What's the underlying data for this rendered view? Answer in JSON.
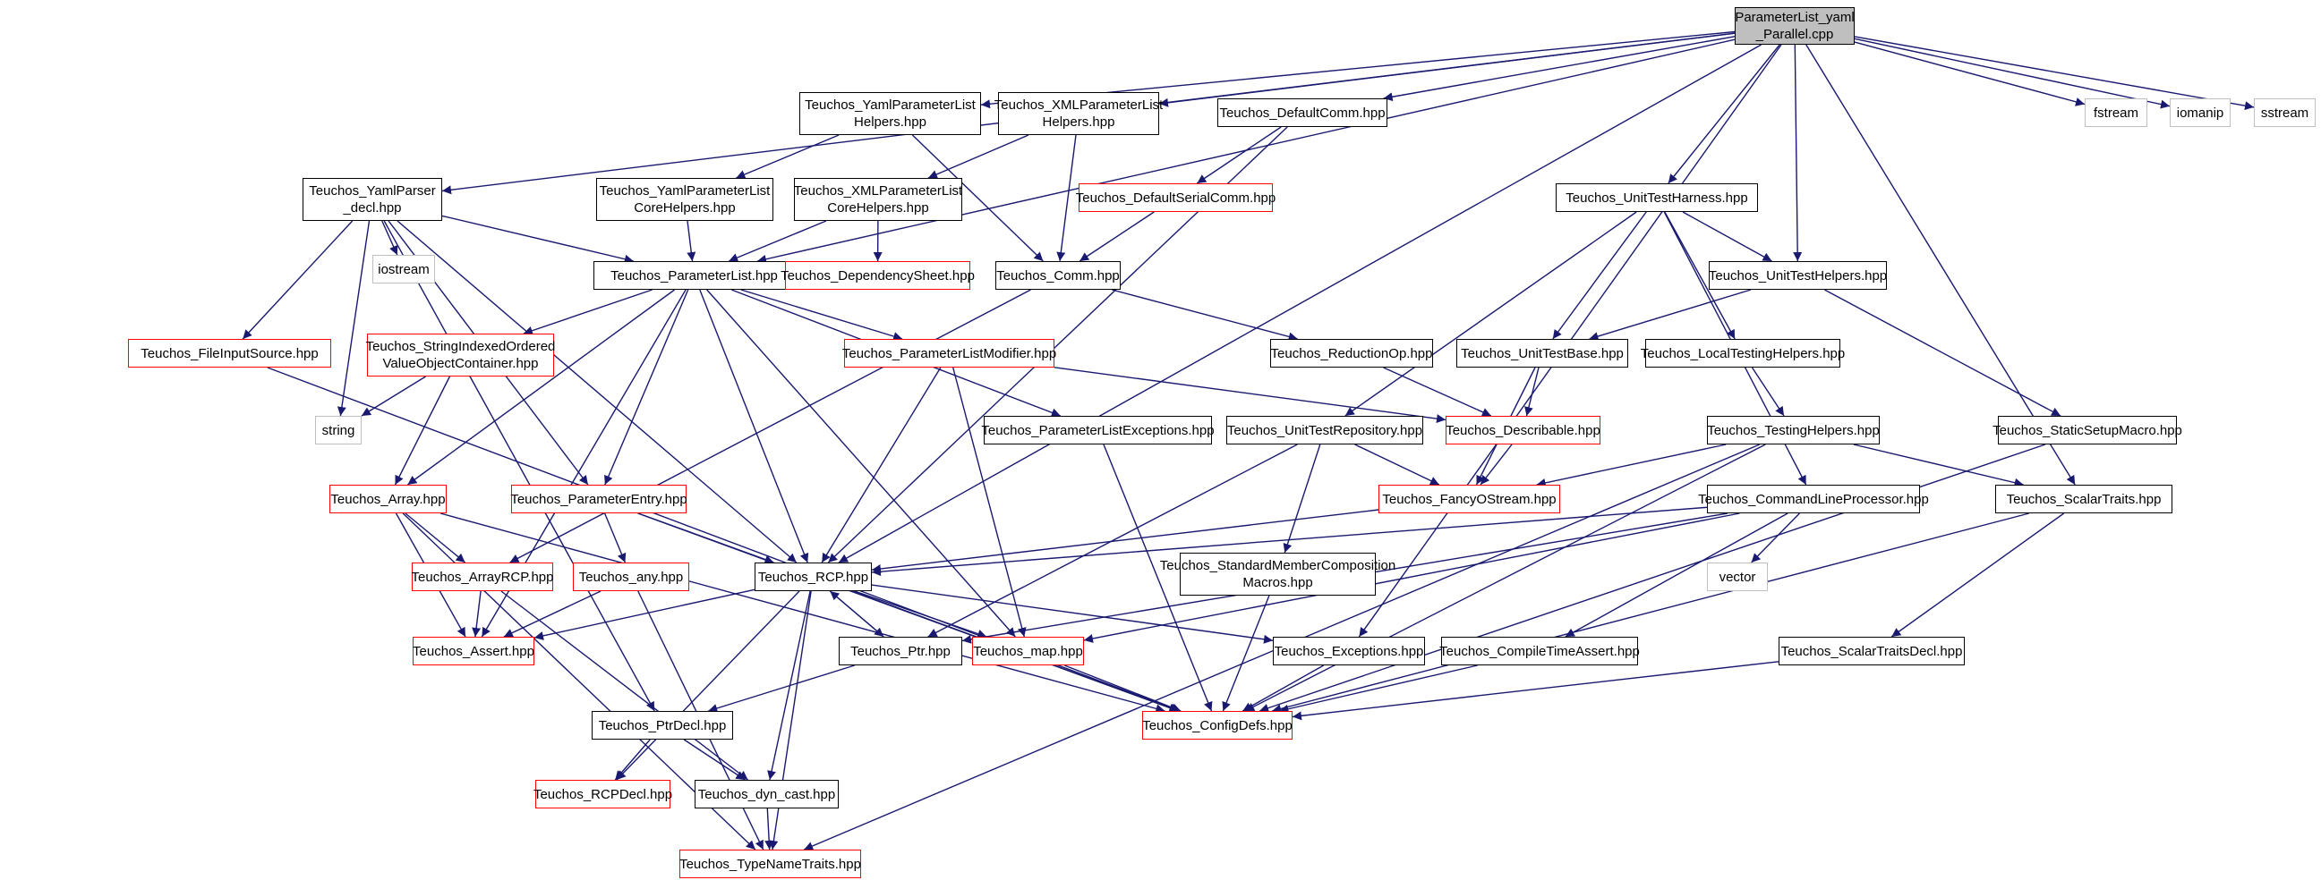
{
  "colors": {
    "edge": "#191970",
    "box_border": "#000000",
    "undocumented_border": "#ff0000",
    "system_border": "#bfbfbf",
    "root_fill": "#bfbfbf"
  },
  "nodes": [
    {
      "id": "root",
      "label": "ParameterList_yaml\n_Parallel.cpp",
      "style": "root"
    },
    {
      "id": "yamlhelpers",
      "label": "Teuchos_YamlParameterList\nHelpers.hpp",
      "style": "normal"
    },
    {
      "id": "xmlhelpers",
      "label": "Teuchos_XMLParameterList\nHelpers.hpp",
      "style": "normal"
    },
    {
      "id": "defaultcomm",
      "label": "Teuchos_DefaultComm.hpp",
      "style": "normal"
    },
    {
      "id": "fstream",
      "label": "fstream",
      "style": "system"
    },
    {
      "id": "iomanip",
      "label": "iomanip",
      "style": "system"
    },
    {
      "id": "sstream",
      "label": "sstream",
      "style": "system"
    },
    {
      "id": "yamlparser",
      "label": "Teuchos_YamlParser\n_decl.hpp",
      "style": "normal"
    },
    {
      "id": "yamlcore",
      "label": "Teuchos_YamlParameterList\nCoreHelpers.hpp",
      "style": "normal"
    },
    {
      "id": "xmlcore",
      "label": "Teuchos_XMLParameterList\nCoreHelpers.hpp",
      "style": "normal"
    },
    {
      "id": "defserialcomm",
      "label": "Teuchos_DefaultSerialComm.hpp",
      "style": "undocumented"
    },
    {
      "id": "unittestharness",
      "label": "Teuchos_UnitTestHarness.hpp",
      "style": "normal"
    },
    {
      "id": "iostream",
      "label": "iostream",
      "style": "system"
    },
    {
      "id": "paramlist",
      "label": "Teuchos_ParameterList.hpp",
      "style": "normal"
    },
    {
      "id": "depsheet",
      "label": "Teuchos_DependencySheet.hpp",
      "style": "undocumented"
    },
    {
      "id": "comm",
      "label": "Teuchos_Comm.hpp",
      "style": "normal"
    },
    {
      "id": "unittesthelpers",
      "label": "Teuchos_UnitTestHelpers.hpp",
      "style": "normal"
    },
    {
      "id": "fileinput",
      "label": "Teuchos_FileInputSource.hpp",
      "style": "undocumented"
    },
    {
      "id": "stringindexed",
      "label": "Teuchos_StringIndexedOrdered\nValueObjectContainer.hpp",
      "style": "undocumented"
    },
    {
      "id": "plmodifier",
      "label": "Teuchos_ParameterListModifier.hpp",
      "style": "undocumented"
    },
    {
      "id": "reductionop",
      "label": "Teuchos_ReductionOp.hpp",
      "style": "normal"
    },
    {
      "id": "unittestbase",
      "label": "Teuchos_UnitTestBase.hpp",
      "style": "normal"
    },
    {
      "id": "localtesting",
      "label": "Teuchos_LocalTestingHelpers.hpp",
      "style": "normal"
    },
    {
      "id": "string",
      "label": "string",
      "style": "system"
    },
    {
      "id": "plexceptions",
      "label": "Teuchos_ParameterListExceptions.hpp",
      "style": "normal"
    },
    {
      "id": "unittestrepo",
      "label": "Teuchos_UnitTestRepository.hpp",
      "style": "normal"
    },
    {
      "id": "describable",
      "label": "Teuchos_Describable.hpp",
      "style": "undocumented"
    },
    {
      "id": "testinghelpers",
      "label": "Teuchos_TestingHelpers.hpp",
      "style": "normal"
    },
    {
      "id": "staticsetup",
      "label": "Teuchos_StaticSetupMacro.hpp",
      "style": "normal"
    },
    {
      "id": "array",
      "label": "Teuchos_Array.hpp",
      "style": "undocumented"
    },
    {
      "id": "paramentry",
      "label": "Teuchos_ParameterEntry.hpp",
      "style": "undocumented"
    },
    {
      "id": "fancyostream",
      "label": "Teuchos_FancyOStream.hpp",
      "style": "undocumented"
    },
    {
      "id": "cmdline",
      "label": "Teuchos_CommandLineProcessor.hpp",
      "style": "normal"
    },
    {
      "id": "scalartraits",
      "label": "Teuchos_ScalarTraits.hpp",
      "style": "normal"
    },
    {
      "id": "arrayrcp",
      "label": "Teuchos_ArrayRCP.hpp",
      "style": "undocumented"
    },
    {
      "id": "any",
      "label": "Teuchos_any.hpp",
      "style": "undocumented"
    },
    {
      "id": "rcp",
      "label": "Teuchos_RCP.hpp",
      "style": "normal"
    },
    {
      "id": "stdmember",
      "label": "Teuchos_StandardMemberComposition\nMacros.hpp",
      "style": "normal"
    },
    {
      "id": "vector",
      "label": "vector",
      "style": "system"
    },
    {
      "id": "assert",
      "label": "Teuchos_Assert.hpp",
      "style": "undocumented"
    },
    {
      "id": "ptr",
      "label": "Teuchos_Ptr.hpp",
      "style": "normal"
    },
    {
      "id": "map",
      "label": "Teuchos_map.hpp",
      "style": "undocumented"
    },
    {
      "id": "exceptions",
      "label": "Teuchos_Exceptions.hpp",
      "style": "normal"
    },
    {
      "id": "compiletime",
      "label": "Teuchos_CompileTimeAssert.hpp",
      "style": "normal"
    },
    {
      "id": "scalartraitsdecl",
      "label": "Teuchos_ScalarTraitsDecl.hpp",
      "style": "normal"
    },
    {
      "id": "ptrdecl",
      "label": "Teuchos_PtrDecl.hpp",
      "style": "normal"
    },
    {
      "id": "configdefs",
      "label": "Teuchos_ConfigDefs.hpp",
      "style": "undocumented"
    },
    {
      "id": "rcpdecl",
      "label": "Teuchos_RCPDecl.hpp",
      "style": "undocumented"
    },
    {
      "id": "dyncast",
      "label": "Teuchos_dyn_cast.hpp",
      "style": "normal"
    },
    {
      "id": "typenametraits",
      "label": "Teuchos_TypeNameTraits.hpp",
      "style": "undocumented"
    }
  ],
  "edges": [
    [
      "root",
      "yamlhelpers"
    ],
    [
      "root",
      "xmlhelpers"
    ],
    [
      "root",
      "defaultcomm"
    ],
    [
      "root",
      "fstream"
    ],
    [
      "root",
      "iomanip"
    ],
    [
      "root",
      "sstream"
    ],
    [
      "root",
      "yamlparser"
    ],
    [
      "root",
      "paramlist"
    ],
    [
      "root",
      "unittestharness"
    ],
    [
      "root",
      "unittesthelpers"
    ],
    [
      "root",
      "scalartraits"
    ],
    [
      "root",
      "rcp"
    ],
    [
      "root",
      "exceptions"
    ],
    [
      "yamlhelpers",
      "yamlcore"
    ],
    [
      "yamlhelpers",
      "comm"
    ],
    [
      "xmlhelpers",
      "xmlcore"
    ],
    [
      "xmlhelpers",
      "comm"
    ],
    [
      "defaultcomm",
      "defserialcomm"
    ],
    [
      "defaultcomm",
      "rcp"
    ],
    [
      "defserialcomm",
      "comm"
    ],
    [
      "yamlcore",
      "paramlist"
    ],
    [
      "xmlcore",
      "paramlist"
    ],
    [
      "xmlcore",
      "depsheet"
    ],
    [
      "yamlparser",
      "paramlist"
    ],
    [
      "yamlparser",
      "iostream"
    ],
    [
      "yamlparser",
      "string"
    ],
    [
      "yamlparser",
      "fileinput"
    ],
    [
      "yamlparser",
      "rcp"
    ],
    [
      "yamlparser",
      "paramentry"
    ],
    [
      "yamlparser",
      "ptrdecl"
    ],
    [
      "paramlist",
      "stringindexed"
    ],
    [
      "paramlist",
      "plmodifier"
    ],
    [
      "paramlist",
      "plexceptions"
    ],
    [
      "paramlist",
      "paramentry"
    ],
    [
      "paramlist",
      "array"
    ],
    [
      "paramlist",
      "rcp"
    ],
    [
      "paramlist",
      "assert"
    ],
    [
      "paramlist",
      "map"
    ],
    [
      "comm",
      "reductionop"
    ],
    [
      "comm",
      "arrayrcp"
    ],
    [
      "reductionop",
      "describable"
    ],
    [
      "plmodifier",
      "describable"
    ],
    [
      "plmodifier",
      "rcp"
    ],
    [
      "plmodifier",
      "map"
    ],
    [
      "fileinput",
      "configdefs"
    ],
    [
      "stringindexed",
      "array"
    ],
    [
      "stringindexed",
      "string"
    ],
    [
      "unittestharness",
      "unittesthelpers"
    ],
    [
      "unittestharness",
      "unittestbase"
    ],
    [
      "unittestharness",
      "localtesting"
    ],
    [
      "unittestharness",
      "unittestrepo"
    ],
    [
      "unittestharness",
      "cmdline"
    ],
    [
      "unittesthelpers",
      "unittestbase"
    ],
    [
      "unittesthelpers",
      "staticsetup"
    ],
    [
      "unittestbase",
      "describable"
    ],
    [
      "unittestbase",
      "fancyostream"
    ],
    [
      "localtesting",
      "testinghelpers"
    ],
    [
      "testinghelpers",
      "fancyostream"
    ],
    [
      "testinghelpers",
      "scalartraits"
    ],
    [
      "testinghelpers",
      "configdefs"
    ],
    [
      "testinghelpers",
      "typenametraits"
    ],
    [
      "staticsetup",
      "configdefs"
    ],
    [
      "unittestrepo",
      "fancyostream"
    ],
    [
      "unittestrepo",
      "stdmember"
    ],
    [
      "unittestrepo",
      "ptr"
    ],
    [
      "describable",
      "fancyostream"
    ],
    [
      "fancyostream",
      "rcp"
    ],
    [
      "plexceptions",
      "configdefs"
    ],
    [
      "cmdline",
      "vector"
    ],
    [
      "cmdline",
      "rcp"
    ],
    [
      "cmdline",
      "compiletime"
    ],
    [
      "cmdline",
      "map"
    ],
    [
      "cmdline",
      "ptr"
    ],
    [
      "scalartraits",
      "scalartraitsdecl"
    ],
    [
      "scalartraits",
      "configdefs"
    ],
    [
      "array",
      "arrayrcp"
    ],
    [
      "array",
      "assert"
    ],
    [
      "array",
      "typenametraits"
    ],
    [
      "array",
      "configdefs"
    ],
    [
      "paramentry",
      "any"
    ],
    [
      "paramentry",
      "rcp"
    ],
    [
      "paramentry",
      "configdefs"
    ],
    [
      "arrayrcp",
      "assert"
    ],
    [
      "arrayrcp",
      "dyncast"
    ],
    [
      "any",
      "assert"
    ],
    [
      "any",
      "typenametraits"
    ],
    [
      "rcp",
      "ptr"
    ],
    [
      "rcp",
      "map"
    ],
    [
      "rcp",
      "exceptions"
    ],
    [
      "rcp",
      "assert"
    ],
    [
      "rcp",
      "rcpdecl"
    ],
    [
      "rcp",
      "dyncast"
    ],
    [
      "rcp",
      "typenametraits"
    ],
    [
      "rcp",
      "configdefs"
    ],
    [
      "ptr",
      "rcp"
    ],
    [
      "ptr",
      "ptrdecl"
    ],
    [
      "map",
      "configdefs"
    ],
    [
      "exceptions",
      "configdefs"
    ],
    [
      "compiletime",
      "configdefs"
    ],
    [
      "scalartraitsdecl",
      "configdefs"
    ],
    [
      "stdmember",
      "configdefs"
    ],
    [
      "ptrdecl",
      "rcpdecl"
    ],
    [
      "ptrdecl",
      "dyncast"
    ],
    [
      "dyncast",
      "typenametraits"
    ]
  ]
}
